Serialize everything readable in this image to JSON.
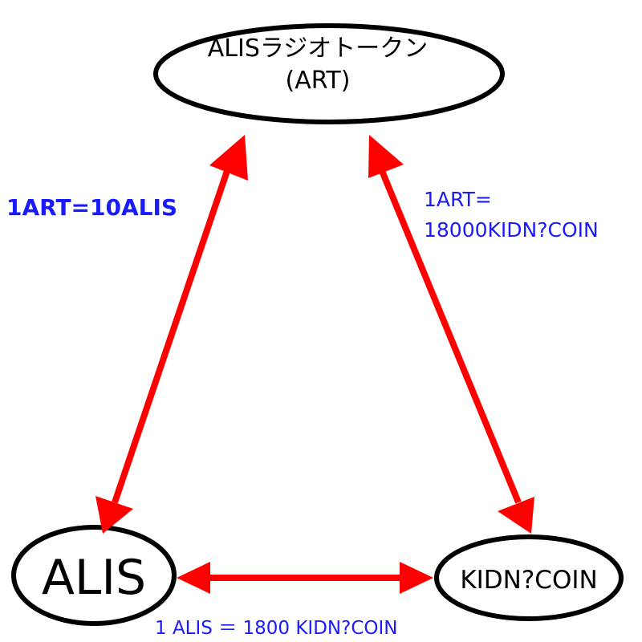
{
  "nodes": {
    "art": {
      "line1": "ALISラジオトークン",
      "line2": "(ART)"
    },
    "alis": {
      "label": "ALIS"
    },
    "kidn": {
      "label": "KIDN?COIN"
    }
  },
  "rates": {
    "art_alis": "1ART=10ALIS",
    "art_kidn_line1": "1ART=",
    "art_kidn_line2": "18000KIDN?COIN",
    "alis_kidn": "1 ALIS ＝ 1800 KIDN?COIN"
  },
  "colors": {
    "arrow": "#ff0000",
    "rate_text": "#1a1aff",
    "node_stroke": "#000000"
  }
}
